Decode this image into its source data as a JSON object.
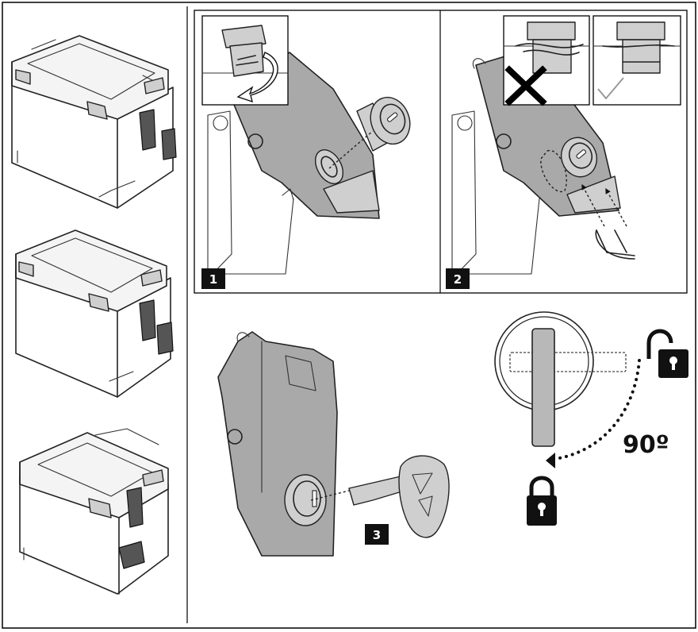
{
  "steps": [
    {
      "number": "1"
    },
    {
      "number": "2"
    },
    {
      "number": "3"
    }
  ],
  "rotation": {
    "angle": "90º"
  },
  "icons": [
    "box-case-icon",
    "lock-closed-icon",
    "lock-open-icon",
    "cross-icon",
    "check-icon"
  ],
  "colors": {
    "frame": "#000000",
    "part": "#a9a9a9",
    "label_bg": "#111111",
    "label_text": "#ffffff"
  }
}
